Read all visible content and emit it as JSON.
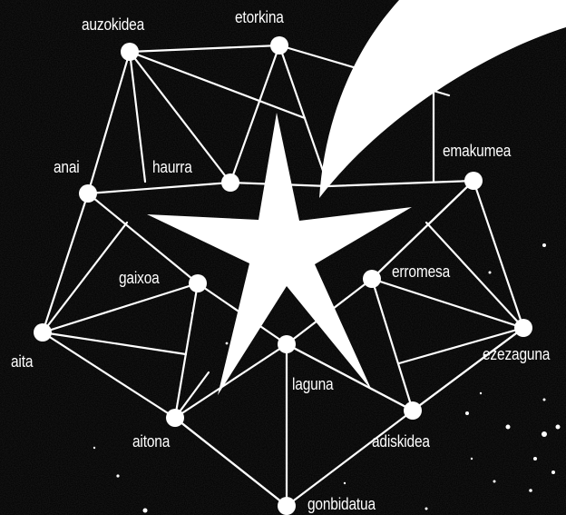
{
  "colors": {
    "background": "#050505",
    "foreground": "#ffffff"
  },
  "nodes": {
    "auzokidea": "auzokidea",
    "etorkina": "etorkina",
    "anai": "anai",
    "haurra": "haurra",
    "emakumea": "emakumea",
    "gaixoa": "gaixoa",
    "erromesa": "erromesa",
    "aita": "aita",
    "ezezaguna": "ezezaguna",
    "laguna": "laguna",
    "aitona": "aitona",
    "adiskidea": "adiskidea",
    "gonbidatua": "gonbidatua"
  }
}
